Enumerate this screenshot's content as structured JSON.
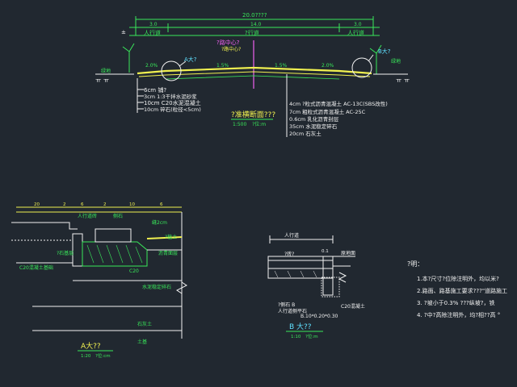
{
  "top": {
    "overall_width": "20.0????",
    "segments": [
      "3.0",
      "14.0",
      "3.0"
    ],
    "left_walk": "人行道",
    "carriageway": "?行道",
    "right_walk": "人行道",
    "center_line_label": "?路中心?",
    "center_line_label2": "?路中心?",
    "left_green": "绿地",
    "right_green": "绿地",
    "detail_a": "A大?",
    "detail_b": "B大?",
    "slope_l": "2.0%",
    "slope_cl": "1.5%",
    "slope_cr": "1.5%",
    "slope_r": "2.0%",
    "left_layers": [
      "6cm 铺?",
      "3cm 1:3干拌水泥砂浆",
      "10cm C20水泥混凝土",
      "10cm 碎石(粒径<5cm)"
    ],
    "right_layers": [
      "4cm ?粒式沥青混凝土 AC-13C(SBS改性)",
      "7cm 粗粒式沥青混凝土 AC-25C",
      "0.6cm 乳化沥青封层",
      "35cm 水泥稳定碎石",
      "20cm 石灰土"
    ],
    "title": "?准横断面???",
    "scale": "1:500",
    "scale_unit": "?位:m"
  },
  "detail_a": {
    "dims": [
      "20",
      "2",
      "6",
      "2",
      "10",
      "6"
    ],
    "labels": {
      "curb": "侧石",
      "walk_brick": "人行道砖",
      "joint": "缝2cm",
      "planting": "?植土",
      "base": "C20混凝土基础",
      "asphalt": "沥青面层",
      "cement_stab": "水泥稳定碎石",
      "lime_soil": "石灰土",
      "subgrade": "土基",
      "base2": "?石基层",
      "c20": "C20"
    },
    "title": "A大??",
    "scale": "1:20",
    "unit": "?位:cm"
  },
  "detail_b": {
    "walk": "人行道",
    "dim_1": "0.1",
    "brick": "?砖?",
    "green": "原地面",
    "curb_label": "?侧石 B",
    "curb_label2": "人行道侧平石",
    "curb_size": "B.10*0.20*0.30",
    "c20": "C20混凝土",
    "title": "B 大??",
    "scale": "1:10",
    "unit": "?位:m"
  },
  "notes": {
    "heading": "?明：",
    "items": [
      "1.本?尺寸?位除注明外，均以米?",
      "2.路面、路基施工要求???\"道路施工",
      "3. ?坡小于0.3%     ???纵坡?，铁",
      "4. ?中?高除注明外，均?相??高 °"
    ]
  }
}
